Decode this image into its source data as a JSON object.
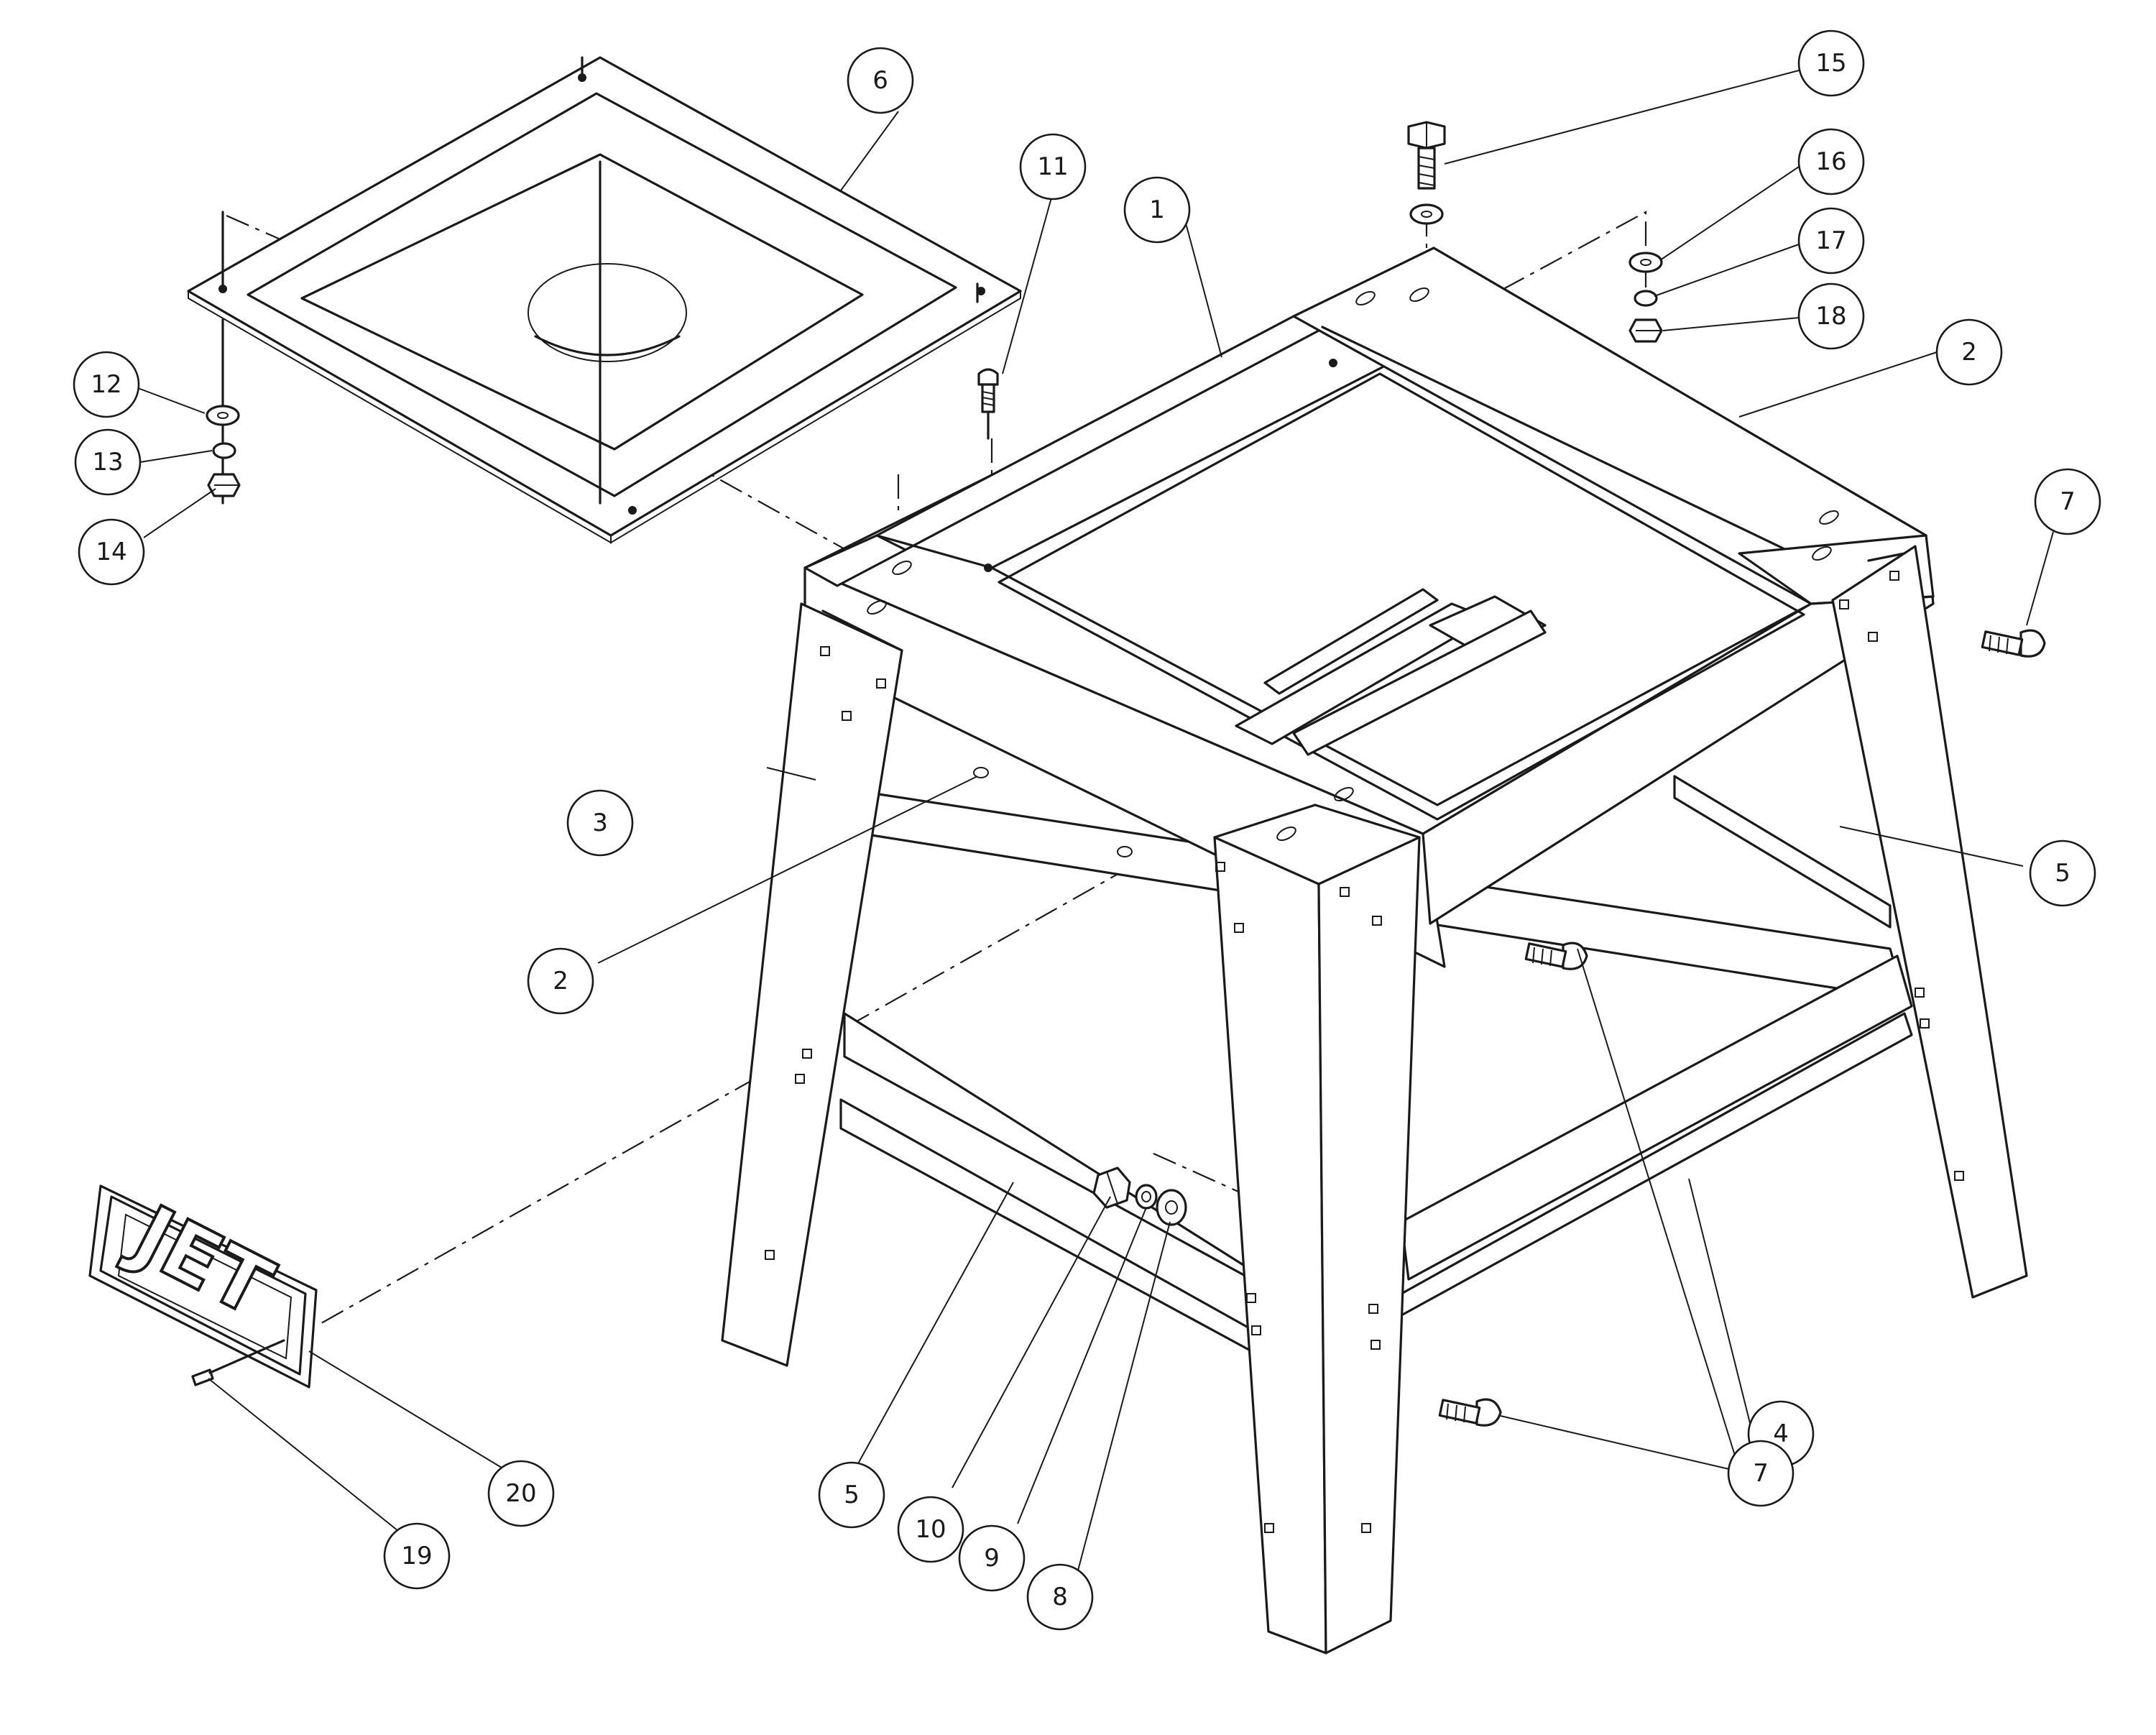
{
  "diagram": {
    "part_callouts": [
      {
        "key": "p1",
        "number": "1"
      },
      {
        "key": "p2a",
        "number": "2"
      },
      {
        "key": "p2b",
        "number": "2"
      },
      {
        "key": "p3",
        "number": "3"
      },
      {
        "key": "p4",
        "number": "4"
      },
      {
        "key": "p5a",
        "number": "5"
      },
      {
        "key": "p5b",
        "number": "5"
      },
      {
        "key": "p6",
        "number": "6"
      },
      {
        "key": "p7a",
        "number": "7"
      },
      {
        "key": "p7b",
        "number": "7"
      },
      {
        "key": "p8",
        "number": "8"
      },
      {
        "key": "p9",
        "number": "9"
      },
      {
        "key": "p10",
        "number": "10"
      },
      {
        "key": "p11",
        "number": "11"
      },
      {
        "key": "p12",
        "number": "12"
      },
      {
        "key": "p13",
        "number": "13"
      },
      {
        "key": "p14",
        "number": "14"
      },
      {
        "key": "p15",
        "number": "15"
      },
      {
        "key": "p16",
        "number": "16"
      },
      {
        "key": "p17",
        "number": "17"
      },
      {
        "key": "p18",
        "number": "18"
      },
      {
        "key": "p19",
        "number": "19"
      },
      {
        "key": "p20",
        "number": "20"
      }
    ],
    "logo_text": "JET"
  }
}
